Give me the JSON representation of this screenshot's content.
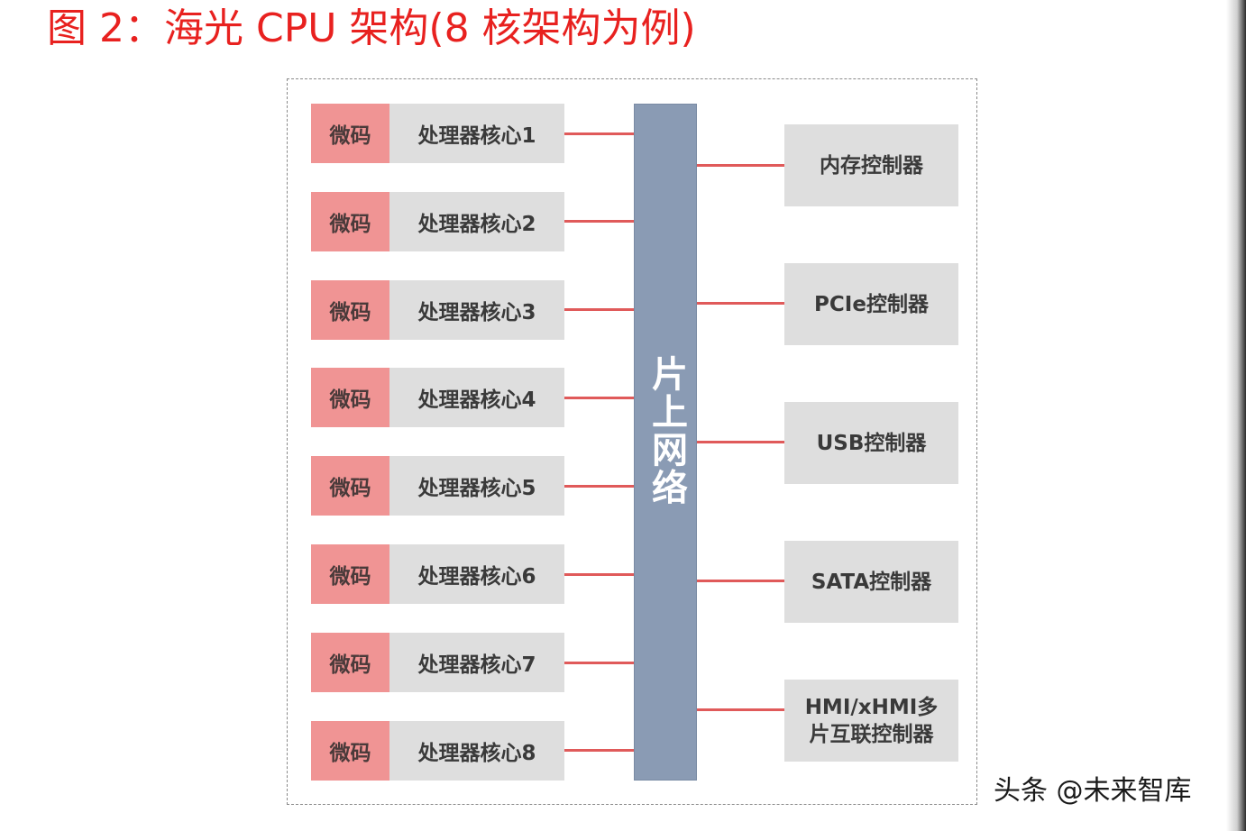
{
  "figure_title": "图 2：海光 CPU 架构(8 核架构为例)",
  "microcode_label": "微码",
  "cores": [
    {
      "label": "处理器核心1"
    },
    {
      "label": "处理器核心2"
    },
    {
      "label": "处理器核心3"
    },
    {
      "label": "处理器核心4"
    },
    {
      "label": "处理器核心5"
    },
    {
      "label": "处理器核心6"
    },
    {
      "label": "处理器核心7"
    },
    {
      "label": "处理器核心8"
    }
  ],
  "network_on_chip": "片上网络",
  "controllers": [
    {
      "line1": "内存控制器",
      "line2": ""
    },
    {
      "line1": "PCIe控制器",
      "line2": ""
    },
    {
      "line1": "USB控制器",
      "line2": ""
    },
    {
      "line1": "SATA控制器",
      "line2": ""
    },
    {
      "line1": "HMI/xHMI多",
      "line2": "片互联控制器"
    }
  ],
  "watermark": "头条 @未来智库",
  "colors": {
    "title": "#e8211f",
    "microcode_fill": "#f09494",
    "box_fill": "#dedede",
    "noc_fill": "#8a9bb4",
    "connector": "#e05a5a"
  }
}
